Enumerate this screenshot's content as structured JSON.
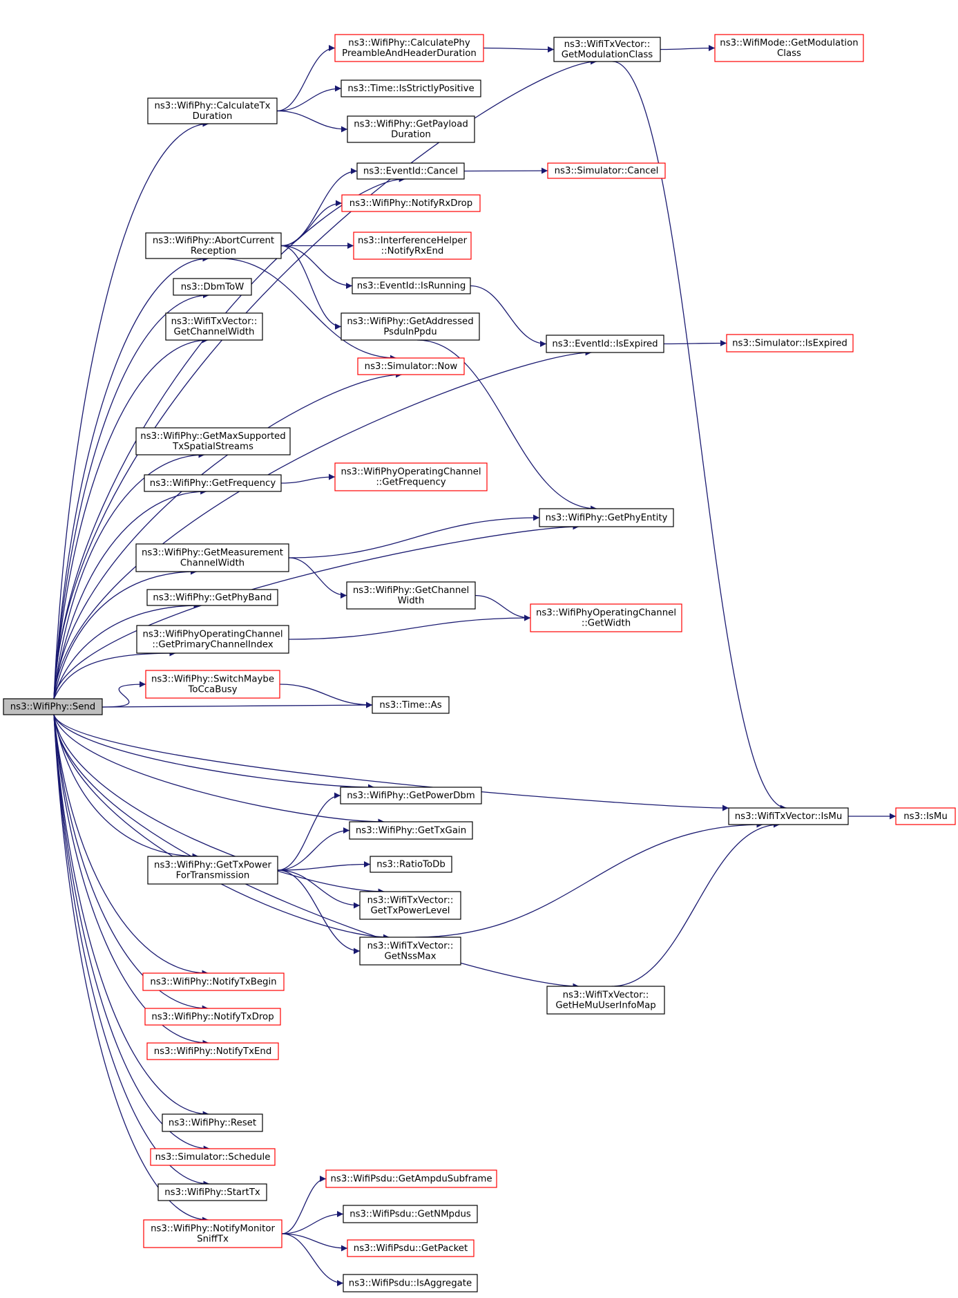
{
  "colors": {
    "edge": "#191970",
    "border_black": "#000000",
    "border_red": "#ff0000",
    "root_fill": "#bfbfbf"
  },
  "nodes": [
    {
      "id": "send",
      "lines": [
        "ns3::WifiPhy::Send"
      ],
      "border": "black",
      "root": true
    },
    {
      "id": "calcPhy",
      "lines": [
        "ns3::WifiPhy::CalculatePhy",
        "PreambleAndHeaderDuration"
      ],
      "border": "red"
    },
    {
      "id": "getModClass",
      "lines": [
        "ns3::WifiTxVector::",
        "GetModulationClass"
      ],
      "border": "black"
    },
    {
      "id": "modeGetModClass",
      "lines": [
        "ns3::WifiMode::GetModulation",
        "Class"
      ],
      "border": "red"
    },
    {
      "id": "calcTx",
      "lines": [
        "ns3::WifiPhy::CalculateTx",
        "Duration"
      ],
      "border": "black"
    },
    {
      "id": "strictlyPos",
      "lines": [
        "ns3::Time::IsStrictlyPositive"
      ],
      "border": "black"
    },
    {
      "id": "payloadDur",
      "lines": [
        "ns3::WifiPhy::GetPayload",
        "Duration"
      ],
      "border": "black"
    },
    {
      "id": "eventCancel",
      "lines": [
        "ns3::EventId::Cancel"
      ],
      "border": "black"
    },
    {
      "id": "simCancel",
      "lines": [
        "ns3::Simulator::Cancel"
      ],
      "border": "red"
    },
    {
      "id": "notifyRxDrop",
      "lines": [
        "ns3::WifiPhy::NotifyRxDrop"
      ],
      "border": "red"
    },
    {
      "id": "abort",
      "lines": [
        "ns3::WifiPhy::AbortCurrent",
        "Reception"
      ],
      "border": "black"
    },
    {
      "id": "ihNotifyRxEnd",
      "lines": [
        "ns3::InterferenceHelper",
        "::NotifyRxEnd"
      ],
      "border": "red"
    },
    {
      "id": "dbmToW",
      "lines": [
        "ns3::DbmToW"
      ],
      "border": "black"
    },
    {
      "id": "isRunning",
      "lines": [
        "ns3::EventId::IsRunning"
      ],
      "border": "black"
    },
    {
      "id": "chanWidth",
      "lines": [
        "ns3::WifiTxVector::",
        "GetChannelWidth"
      ],
      "border": "black"
    },
    {
      "id": "addrPsdu",
      "lines": [
        "ns3::WifiPhy::GetAddressed",
        "PsduInPpdu"
      ],
      "border": "black"
    },
    {
      "id": "isExpired",
      "lines": [
        "ns3::EventId::IsExpired"
      ],
      "border": "black"
    },
    {
      "id": "simIsExpired",
      "lines": [
        "ns3::Simulator::IsExpired"
      ],
      "border": "red"
    },
    {
      "id": "simNow",
      "lines": [
        "ns3::Simulator::Now"
      ],
      "border": "red"
    },
    {
      "id": "maxStreams",
      "lines": [
        "ns3::WifiPhy::GetMaxSupported",
        "TxSpatialStreams"
      ],
      "border": "black"
    },
    {
      "id": "getFreq",
      "lines": [
        "ns3::WifiPhy::GetFrequency"
      ],
      "border": "black"
    },
    {
      "id": "opGetFreq",
      "lines": [
        "ns3::WifiPhyOperatingChannel",
        "::GetFrequency"
      ],
      "border": "red"
    },
    {
      "id": "phyEntity",
      "lines": [
        "ns3::WifiPhy::GetPhyEntity"
      ],
      "border": "black"
    },
    {
      "id": "measWidth",
      "lines": [
        "ns3::WifiPhy::GetMeasurement",
        "ChannelWidth"
      ],
      "border": "black"
    },
    {
      "id": "getChanWidth",
      "lines": [
        "ns3::WifiPhy::GetChannel",
        "Width"
      ],
      "border": "black"
    },
    {
      "id": "phyBand",
      "lines": [
        "ns3::WifiPhy::GetPhyBand"
      ],
      "border": "black"
    },
    {
      "id": "opGetWidth",
      "lines": [
        "ns3::WifiPhyOperatingChannel",
        "::GetWidth"
      ],
      "border": "red"
    },
    {
      "id": "primIdx",
      "lines": [
        "ns3::WifiPhyOperatingChannel",
        "::GetPrimaryChannelIndex"
      ],
      "border": "black"
    },
    {
      "id": "switchCca",
      "lines": [
        "ns3::WifiPhy::SwitchMaybe",
        "ToCcaBusy"
      ],
      "border": "red"
    },
    {
      "id": "timeAs",
      "lines": [
        "ns3::Time::As"
      ],
      "border": "black"
    },
    {
      "id": "powerDbm",
      "lines": [
        "ns3::WifiPhy::GetPowerDbm"
      ],
      "border": "black"
    },
    {
      "id": "isMu",
      "lines": [
        "ns3::WifiTxVector::IsMu"
      ],
      "border": "black"
    },
    {
      "id": "ns3IsMu",
      "lines": [
        "ns3::IsMu"
      ],
      "border": "red"
    },
    {
      "id": "txGain",
      "lines": [
        "ns3::WifiPhy::GetTxGain"
      ],
      "border": "black"
    },
    {
      "id": "txPowerForTx",
      "lines": [
        "ns3::WifiPhy::GetTxPower",
        "ForTransmission"
      ],
      "border": "black"
    },
    {
      "id": "ratioToDb",
      "lines": [
        "ns3::RatioToDb"
      ],
      "border": "black"
    },
    {
      "id": "txPowerLevel",
      "lines": [
        "ns3::WifiTxVector::",
        "GetTxPowerLevel"
      ],
      "border": "black"
    },
    {
      "id": "nssMax",
      "lines": [
        "ns3::WifiTxVector::",
        "GetNssMax"
      ],
      "border": "black"
    },
    {
      "id": "notifyTxBegin",
      "lines": [
        "ns3::WifiPhy::NotifyTxBegin"
      ],
      "border": "red"
    },
    {
      "id": "heMuMap",
      "lines": [
        "ns3::WifiTxVector::",
        "GetHeMuUserInfoMap"
      ],
      "border": "black"
    },
    {
      "id": "notifyTxDrop",
      "lines": [
        "ns3::WifiPhy::NotifyTxDrop"
      ],
      "border": "red"
    },
    {
      "id": "notifyTxEnd",
      "lines": [
        "ns3::WifiPhy::NotifyTxEnd"
      ],
      "border": "red"
    },
    {
      "id": "reset",
      "lines": [
        "ns3::WifiPhy::Reset"
      ],
      "border": "black"
    },
    {
      "id": "schedule",
      "lines": [
        "ns3::Simulator::Schedule"
      ],
      "border": "red"
    },
    {
      "id": "startTx",
      "lines": [
        "ns3::WifiPhy::StartTx"
      ],
      "border": "black"
    },
    {
      "id": "ampduSub",
      "lines": [
        "ns3::WifiPsdu::GetAmpduSubframe"
      ],
      "border": "red"
    },
    {
      "id": "nMpdus",
      "lines": [
        "ns3::WifiPsdu::GetNMpdus"
      ],
      "border": "black"
    },
    {
      "id": "monitorSniff",
      "lines": [
        "ns3::WifiPhy::NotifyMonitor",
        "SniffTx"
      ],
      "border": "red"
    },
    {
      "id": "getPacket",
      "lines": [
        "ns3::WifiPsdu::GetPacket"
      ],
      "border": "red"
    },
    {
      "id": "isAggregate",
      "lines": [
        "ns3::WifiPsdu::IsAggregate"
      ],
      "border": "black"
    }
  ],
  "edges": [
    [
      "send",
      "calcTx"
    ],
    [
      "send",
      "getModClass"
    ],
    [
      "send",
      "eventCancel"
    ],
    [
      "send",
      "abort"
    ],
    [
      "send",
      "dbmToW"
    ],
    [
      "send",
      "chanWidth"
    ],
    [
      "send",
      "simNow"
    ],
    [
      "send",
      "isExpired"
    ],
    [
      "send",
      "maxStreams"
    ],
    [
      "send",
      "getFreq"
    ],
    [
      "send",
      "phyEntity"
    ],
    [
      "send",
      "measWidth"
    ],
    [
      "send",
      "phyBand"
    ],
    [
      "send",
      "primIdx"
    ],
    [
      "send",
      "switchCca"
    ],
    [
      "send",
      "timeAs"
    ],
    [
      "send",
      "isMu"
    ],
    [
      "send",
      "powerDbm"
    ],
    [
      "send",
      "txGain"
    ],
    [
      "send",
      "txPowerForTx"
    ],
    [
      "send",
      "txPowerLevel"
    ],
    [
      "send",
      "nssMax"
    ],
    [
      "send",
      "notifyTxBegin"
    ],
    [
      "send",
      "notifyTxDrop"
    ],
    [
      "send",
      "notifyTxEnd"
    ],
    [
      "send",
      "heMuMap"
    ],
    [
      "send",
      "reset"
    ],
    [
      "send",
      "schedule"
    ],
    [
      "send",
      "startTx"
    ],
    [
      "send",
      "monitorSniff"
    ],
    [
      "calcPhy",
      "getModClass"
    ],
    [
      "getModClass",
      "modeGetModClass"
    ],
    [
      "getModClass",
      "isMu"
    ],
    [
      "calcTx",
      "calcPhy"
    ],
    [
      "calcTx",
      "strictlyPos"
    ],
    [
      "calcTx",
      "payloadDur"
    ],
    [
      "eventCancel",
      "simCancel"
    ],
    [
      "abort",
      "eventCancel"
    ],
    [
      "abort",
      "notifyRxDrop"
    ],
    [
      "abort",
      "ihNotifyRxEnd"
    ],
    [
      "abort",
      "isRunning"
    ],
    [
      "abort",
      "addrPsdu"
    ],
    [
      "abort",
      "simNow"
    ],
    [
      "isRunning",
      "isExpired"
    ],
    [
      "isExpired",
      "simIsExpired"
    ],
    [
      "addrPsdu",
      "phyEntity"
    ],
    [
      "getFreq",
      "opGetFreq"
    ],
    [
      "measWidth",
      "phyEntity"
    ],
    [
      "measWidth",
      "getChanWidth"
    ],
    [
      "getChanWidth",
      "opGetWidth"
    ],
    [
      "primIdx",
      "opGetWidth"
    ],
    [
      "switchCca",
      "timeAs"
    ],
    [
      "isMu",
      "ns3IsMu"
    ],
    [
      "txPowerForTx",
      "powerDbm"
    ],
    [
      "txPowerForTx",
      "txGain"
    ],
    [
      "txPowerForTx",
      "ratioToDb"
    ],
    [
      "txPowerForTx",
      "txPowerLevel"
    ],
    [
      "txPowerForTx",
      "nssMax"
    ],
    [
      "nssMax",
      "isMu"
    ],
    [
      "heMuMap",
      "isMu"
    ],
    [
      "monitorSniff",
      "ampduSub"
    ],
    [
      "monitorSniff",
      "nMpdus"
    ],
    [
      "monitorSniff",
      "getPacket"
    ],
    [
      "monitorSniff",
      "isAggregate"
    ]
  ]
}
